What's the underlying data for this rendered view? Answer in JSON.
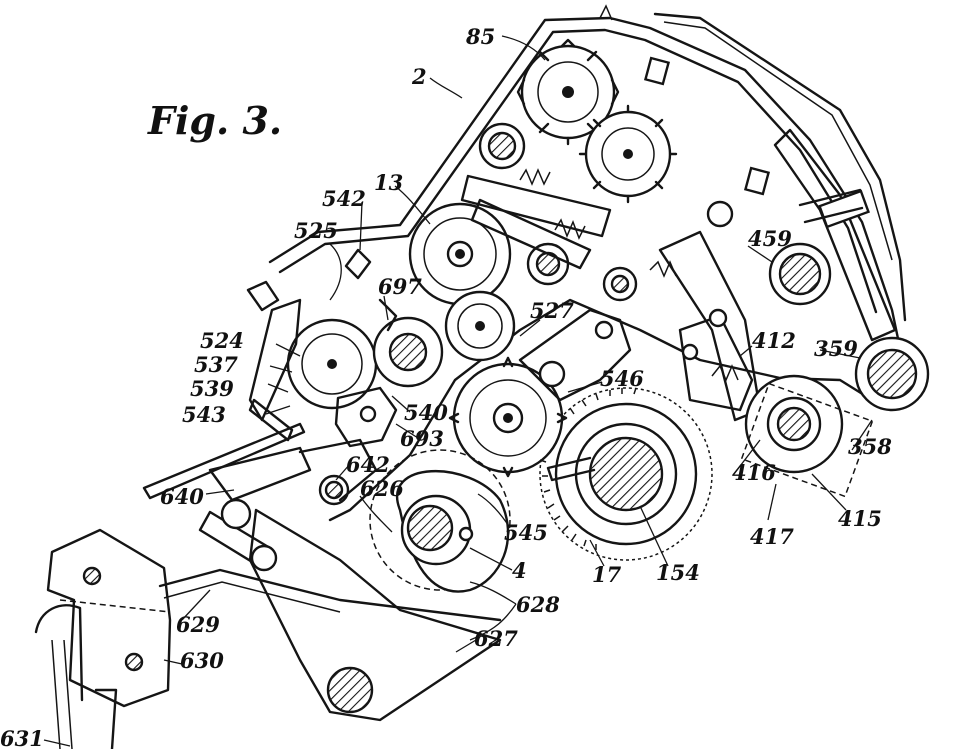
{
  "figure": {
    "title": "Fig. 3."
  },
  "labels": [
    "85",
    "2",
    "13",
    "542",
    "525",
    "697",
    "527",
    "524",
    "537",
    "539",
    "543",
    "540",
    "693",
    "546",
    "642",
    "640",
    "626",
    "545",
    "4",
    "628",
    "629",
    "627",
    "630",
    "631",
    "459",
    "412",
    "359",
    "358",
    "416",
    "415",
    "417",
    "154",
    "17"
  ]
}
